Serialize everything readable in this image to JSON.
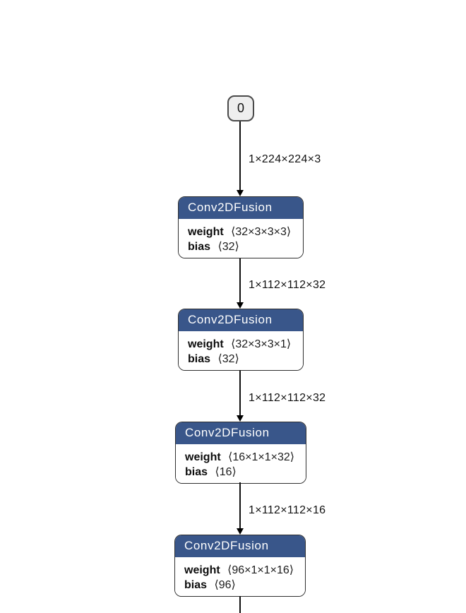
{
  "colors": {
    "background": "#ffffff",
    "node_header_fill": "#39568a",
    "node_header_text": "#ffffff",
    "node_border": "#2f2f2f",
    "node_body_fill": "#ffffff",
    "input_node_fill": "#eeeeee",
    "input_node_border": "#4a4a4a",
    "edge": "#000000"
  },
  "input": {
    "label": "0"
  },
  "edges": [
    {
      "label": "1×224×224×3"
    },
    {
      "label": "1×112×112×32"
    },
    {
      "label": "1×112×112×32"
    },
    {
      "label": "1×112×112×16"
    }
  ],
  "nodes": [
    {
      "type": "Conv2DFusion",
      "attributes": [
        {
          "name": "weight",
          "value": "⟨32×3×3×3⟩"
        },
        {
          "name": "bias",
          "value": "⟨32⟩"
        }
      ]
    },
    {
      "type": "Conv2DFusion",
      "attributes": [
        {
          "name": "weight",
          "value": "⟨32×3×3×1⟩"
        },
        {
          "name": "bias",
          "value": "⟨32⟩"
        }
      ]
    },
    {
      "type": "Conv2DFusion",
      "attributes": [
        {
          "name": "weight",
          "value": "⟨16×1×1×32⟩"
        },
        {
          "name": "bias",
          "value": "⟨16⟩"
        }
      ]
    },
    {
      "type": "Conv2DFusion",
      "attributes": [
        {
          "name": "weight",
          "value": "⟨96×1×1×16⟩"
        },
        {
          "name": "bias",
          "value": "⟨96⟩"
        }
      ]
    }
  ]
}
